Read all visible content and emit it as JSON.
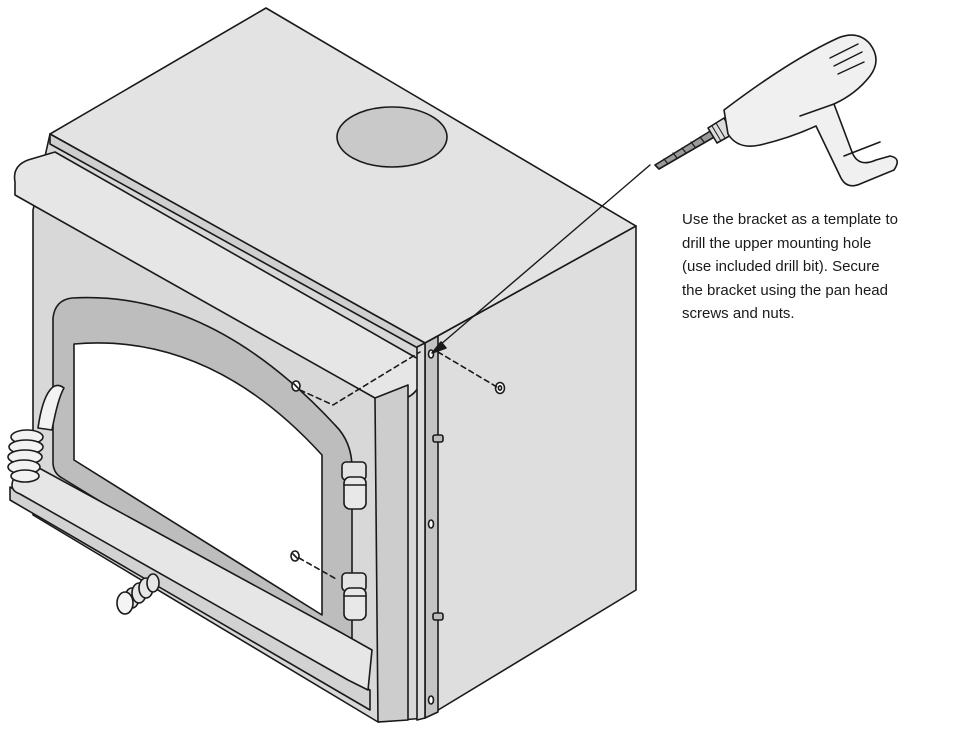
{
  "instruction": {
    "lines": [
      "Use the bracket as a template to",
      "drill the upper mounting hole",
      "(use included drill bit).  Secure",
      "the bracket using the pan head",
      "screws and nuts."
    ]
  },
  "colors": {
    "outline": "#1a1a1a",
    "face_light": "#e2e2e2",
    "face_mid": "#d6d6d6",
    "face_dark": "#c6c6c6",
    "door_frame": "#bdbdbd",
    "glass": "#ffffff",
    "drill_body": "#f0f0f0"
  }
}
